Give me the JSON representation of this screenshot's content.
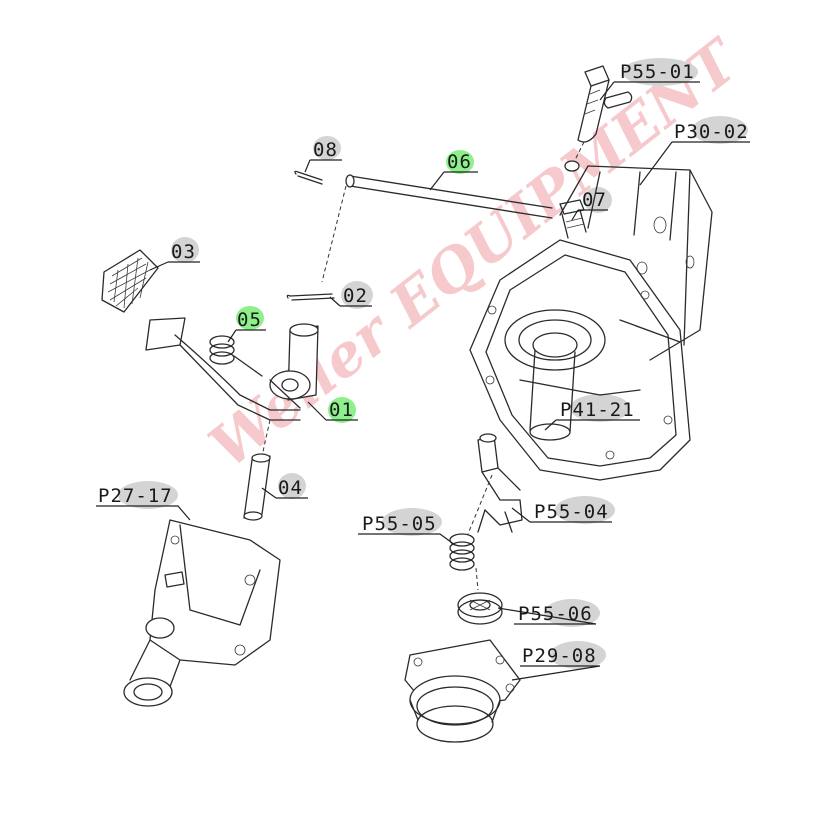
{
  "watermark": "Weller EQUIPMENT",
  "colors": {
    "green_highlight": "#8ef08a",
    "grey_highlight": "#d4d4d4",
    "watermark": "#f4b8bd",
    "line": "#2b2b2b"
  },
  "labels": {
    "p55_01": "P55-01",
    "p30_02": "P30-02",
    "p41_21": "P41-21",
    "p55_04": "P55-04",
    "p55_05": "P55-05",
    "p55_06": "P55-06",
    "p29_08": "P29-08",
    "p27_17": "P27-17",
    "n01": "01",
    "n02": "02",
    "n03": "03",
    "n04": "04",
    "n05": "05",
    "n06": "06",
    "n07": "07",
    "n08": "08"
  }
}
